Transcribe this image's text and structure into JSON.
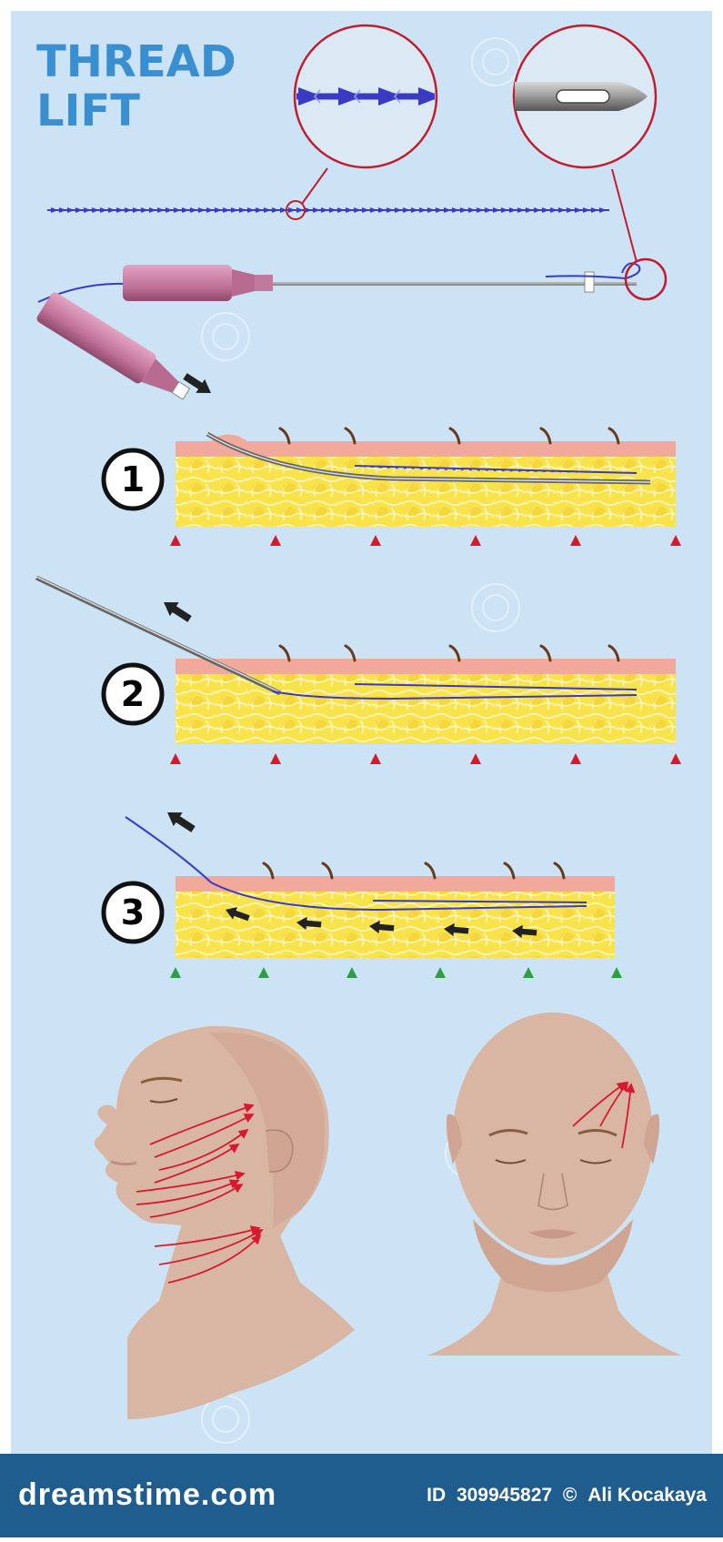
{
  "title": {
    "line1": "THREAD",
    "line2": "LIFT"
  },
  "steps": [
    {
      "number": "1"
    },
    {
      "number": "2"
    },
    {
      "number": "3"
    }
  ],
  "footer": {
    "brand": "dreamstime.com",
    "id_label": "ID",
    "id_value": "309945827",
    "copyright": "©",
    "author": "Ali Kocakaya"
  },
  "colors": {
    "background": "#cce3f5",
    "title": "#3a8fd0",
    "thread": "#3b3ac4",
    "needle_hub": "#c2719a",
    "skin": "#f0a99a",
    "fat": "#f8e44a",
    "marker_red": "#d7192e",
    "marker_green": "#2e9e45",
    "arrow": "#222222",
    "footer": "#1f5d8e"
  }
}
